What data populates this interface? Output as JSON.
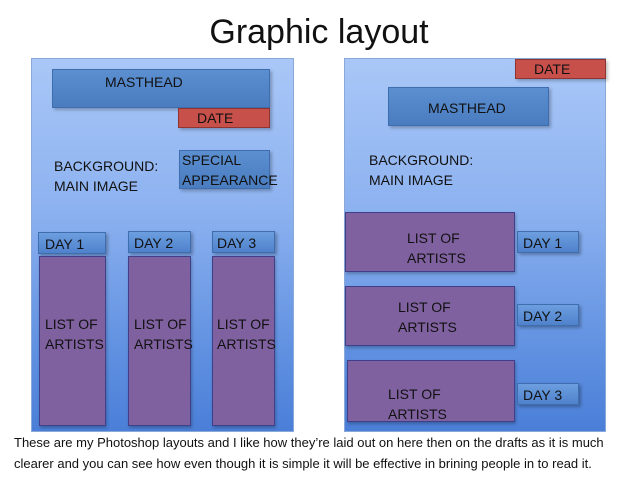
{
  "title": "Graphic layout",
  "left_layout": {
    "masthead": "MASTHEAD",
    "date": "DATE",
    "special": "SPECIAL\nAPPEARANCE",
    "background": "BACKGROUND:\nMAIN IMAGE",
    "days": [
      "DAY 1",
      "DAY 2",
      "DAY 3"
    ],
    "artists": [
      "LIST OF\nARTISTS",
      "LIST OF\nARTISTS",
      "LIST OF\nARTISTS"
    ]
  },
  "right_layout": {
    "date": "DATE",
    "masthead": "MASTHEAD",
    "background": "BACKGROUND:\nMAIN IMAGE",
    "artists": [
      "LIST OF\nARTISTS",
      "LIST OF\nARTISTS",
      "LIST OF\nARTISTS"
    ],
    "days": [
      "DAY 1",
      "DAY 2",
      "DAY 3"
    ]
  },
  "caption": "These are my Photoshop layouts and I like how they’re laid out on here then on the drafts as it is much clearer and you can see how even though it is simple it will be effective in brining people in to read it.",
  "colors": {
    "panel": "#8db2f0",
    "masthead": "#4a7cc0",
    "date": "#c8504b",
    "artists": "#8061a0",
    "day": "#5b8fd8"
  }
}
